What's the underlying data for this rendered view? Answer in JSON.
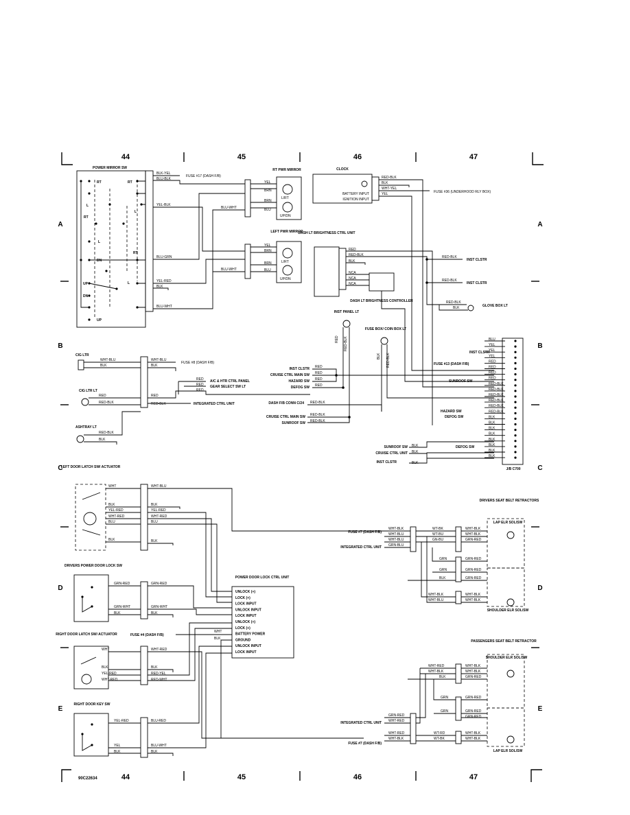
{
  "grid": {
    "columns": [
      "44",
      "45",
      "46",
      "47"
    ],
    "rows": [
      "A",
      "B",
      "C",
      "D",
      "E"
    ]
  },
  "figure_id": "90C22634",
  "components": {
    "power_mirror_sw": {
      "title": "POWER MIRROR SW",
      "labels": [
        "RT",
        "RT",
        "L",
        "RT",
        "L",
        "RT",
        "L",
        "DN",
        "UP",
        "DN",
        "UP",
        "L"
      ],
      "wires": [
        "BLK-YEL",
        "BLU-BLK",
        "YEL-BLK",
        "BLU-GRN",
        "YEL-RED",
        "BLK",
        "BLU-WHT"
      ]
    },
    "fuse17": "FUSE #17 (DASH F/B)",
    "rt_pwr_mirror": {
      "title": "RT PWR MIRROR",
      "wires": [
        "YEL",
        "BRN",
        "BRN",
        "BLU"
      ],
      "motors": [
        "L/RT",
        "UP/DN"
      ],
      "in_wire": "BLU-WHT"
    },
    "left_pwr_mirror": {
      "title": "LEFT PWR MIRROR",
      "wires": [
        "YEL",
        "BRN",
        "BRN",
        "BLU"
      ],
      "motors": [
        "L/RT",
        "UP/DN"
      ],
      "in_wire": "BLU-WHT"
    },
    "clock": {
      "title": "CLOCK",
      "inputs": [
        "BATTERY INPUT",
        "IGNITION INPUT"
      ],
      "wires": [
        "RED-BLK",
        "BLK",
        "WHT-YEL",
        "YEL"
      ],
      "fuse": "FUSE #36 (UNDERHOOD RLY BOX)"
    },
    "dash_lt_ctrl": {
      "title": "DASH LT BRIGHTNESS CTRL UNIT",
      "wires": [
        "RED",
        "RED-BLK",
        "BLK",
        "NCA",
        "NCA",
        "NCA"
      ],
      "controller": "DASH LT BRIGHTNESS CONTROLLER"
    },
    "inst_clstr_labels": [
      "RED-BLK",
      "INST CLSTR",
      "RED-BLK",
      "INST CLSTR"
    ],
    "glove_box": {
      "wires": [
        "RED-BLK",
        "BLK"
      ],
      "label": "GLOVE BOX LT"
    },
    "inst_panel_lt": {
      "title": "INST PANEL LT",
      "wires": [
        "RED",
        "RED-BLK"
      ]
    },
    "fuse_box_lt": {
      "title": "FUSE BOX/ COIN BOX LT",
      "wires": [
        "BLK",
        "RED-BLK"
      ]
    },
    "cig_ltr": {
      "title": "CIG LTR",
      "wires": [
        "WHT-BLU",
        "BLK"
      ],
      "splice_wires": [
        "WHT-BLU",
        "BLK"
      ],
      "fuse": "FUSE #8 (DASH F/B)"
    },
    "cig_ltr_lt": {
      "title": "CIG LTR LT",
      "wires": [
        "RED",
        "RED-BLK"
      ],
      "splice_wires": [
        "RED",
        "RED-BLK"
      ]
    },
    "ashtray_lt": {
      "title": "ASHTRAY LT",
      "wires": [
        "RED-BLK",
        "BLK"
      ]
    },
    "mid_feeds": [
      {
        "wire": "RED",
        "label": "A/C & HTR CTRL PANEL"
      },
      {
        "wire": "RED",
        "label": "GEAR SELECT SW LT"
      },
      {
        "wire": "RED",
        "label": ""
      }
    ],
    "integrated_ctrl_unit": "INTEGRATED CTRL UNIT",
    "center_labels": [
      {
        "label": "INST CLSTR",
        "wire": "RED"
      },
      {
        "label": "CRUISE CTRL MAIN SW",
        "wire": "RED"
      },
      {
        "label": "HAZARD SW",
        "wire": "RED"
      },
      {
        "label": "DEFOG SW",
        "wire": "RED"
      },
      {
        "label": "DASH F/B CONN C/24",
        "wire": "RED-BLK"
      },
      {
        "label": "CRUISE CTRL MAIN SW",
        "wire": "RED-BLK"
      },
      {
        "label": "SUNROOF SW",
        "wire": "RED-BLK"
      }
    ],
    "jb_c700": {
      "title": "J/B C700",
      "right_labels": [
        "INST CLSTR",
        "FUSE #13 (DASH F/B)",
        "SUNROOF SW",
        "HAZARD SW",
        "DEFOG SW",
        "DEFOG SW"
      ],
      "wires": [
        "BLU",
        "YEL",
        "YEL",
        "YEL",
        "RED",
        "RED",
        "RED",
        "RED",
        "RED-BLK",
        "RED-BLK",
        "RED-BLK",
        "RED-BLK",
        "RED-BLK",
        "RED-BLK",
        "BLK",
        "BLK",
        "BLK",
        "BLK",
        "BLK",
        "BLK",
        "BLK",
        "BLK"
      ],
      "left_labels": [
        {
          "label": "SUNROOF SW",
          "wire": "BLK"
        },
        {
          "label": "CRUISE CTRL UNIT",
          "wire": "BLK"
        },
        {
          "label": "INST CLSTR",
          "wire": "BLK"
        }
      ]
    },
    "left_door_latch": {
      "title": "LEFT DOOR LATCH SW/ ACTUATOR",
      "wires": [
        "WHT",
        "BLK",
        "YEL-RED",
        "WHT-RED",
        "BLU",
        "BLK"
      ],
      "splice_wires": [
        "WHT-BLU",
        "BLK",
        "YEL-RED",
        "WHT-RED",
        "BLU",
        "BLK"
      ]
    },
    "drivers_door_lock_sw": {
      "title": "DRIVERS POWER DOOR LOCK SW",
      "wires": [
        "GRN-RED",
        "GRN-WHT",
        "BLK"
      ],
      "splice_wires": [
        "GRN-RED",
        "GRN-WHT",
        "BLK"
      ]
    },
    "power_door_lock_unit": {
      "title": "POWER DOOR LOCK CTRL UNIT",
      "pins": [
        "UNLOCK (+)",
        "LOCK (+)",
        "LOCK INPUT",
        "UNLOCK INPUT",
        "LOCK INPUT",
        "UNLOCK (+)",
        "LOCK (+)",
        "BATTERY POWER",
        "GROUND",
        "UNLOCK INPUT",
        "LOCK INPUT"
      ],
      "fuse": "FUSE #4 (DASH F/B)",
      "fuse_wires": [
        "WHT",
        "BLK"
      ]
    },
    "right_door_latch": {
      "title": "RIGHT DOOR LATCH SW/ ACTUATOR",
      "wires": [
        "WHT",
        "BLK",
        "YEL-RED",
        "WHT-RED"
      ],
      "splice_wires": [
        "WHT-RED",
        "BLK",
        "RED-YEL",
        "RED-WHT"
      ]
    },
    "right_door_key_sw": {
      "title": "RIGHT DOOR KEY SW",
      "wires": [
        "YEL-RED",
        "YEL",
        "BLK"
      ],
      "splice_wires": [
        "BLU-RED",
        "BLU-WHT",
        "BLK"
      ]
    },
    "drivers_belt": {
      "title": "DRIVERS SEAT BELT RETRACTORS",
      "fuse": "FUSE #7 (DASH F/B)",
      "integrated": "INTEGRATED CTRL UNIT",
      "lap": "LAP ELR SOL/SW",
      "shoulder": "SHOULDER ELR SOL/SW",
      "left_wires": [
        "WHT-BLK",
        "WHT-BLU",
        "WHT-BLU",
        "GRN-BLU"
      ],
      "mid_wires": [
        "WT-BK",
        "WT-BU",
        "GN-BU",
        "GRN",
        "GRN",
        "BLK",
        "WHT-BLK",
        "WHT-BLU"
      ],
      "right_wires": [
        "WHT-BLK",
        "WHT-BLK",
        "GRN-RED",
        "GRN-RED",
        "GRN-RED",
        "GRN-RED",
        "WHT-BLK",
        "WHT-BLK"
      ]
    },
    "passengers_belt": {
      "title": "PASSENGERS SEAT BELT RETRACTOR",
      "shoulder": "SHOULDER ELR SOL/SW",
      "lap": "LAP ELR SOL/SW",
      "integrated": "INTEGRATED CTRL UNIT",
      "fuse": "FUSE #7 (DASH F/B)",
      "left_wires": [
        "GRN-RED",
        "WHT-RED",
        "WHT-RED",
        "WHT-BLK"
      ],
      "mid_wires": [
        "WHT-RED",
        "WHT-BLK",
        "BLK",
        "GRN",
        "GRN",
        "WT-RD",
        "WT-BK"
      ],
      "right_wires": [
        "WHT-BLK",
        "WHT-BLK",
        "GRN-RED",
        "GRN-RED",
        "GRN-RED",
        "GRN-RED",
        "WHT-BLK",
        "WHT-BLK"
      ]
    }
  }
}
